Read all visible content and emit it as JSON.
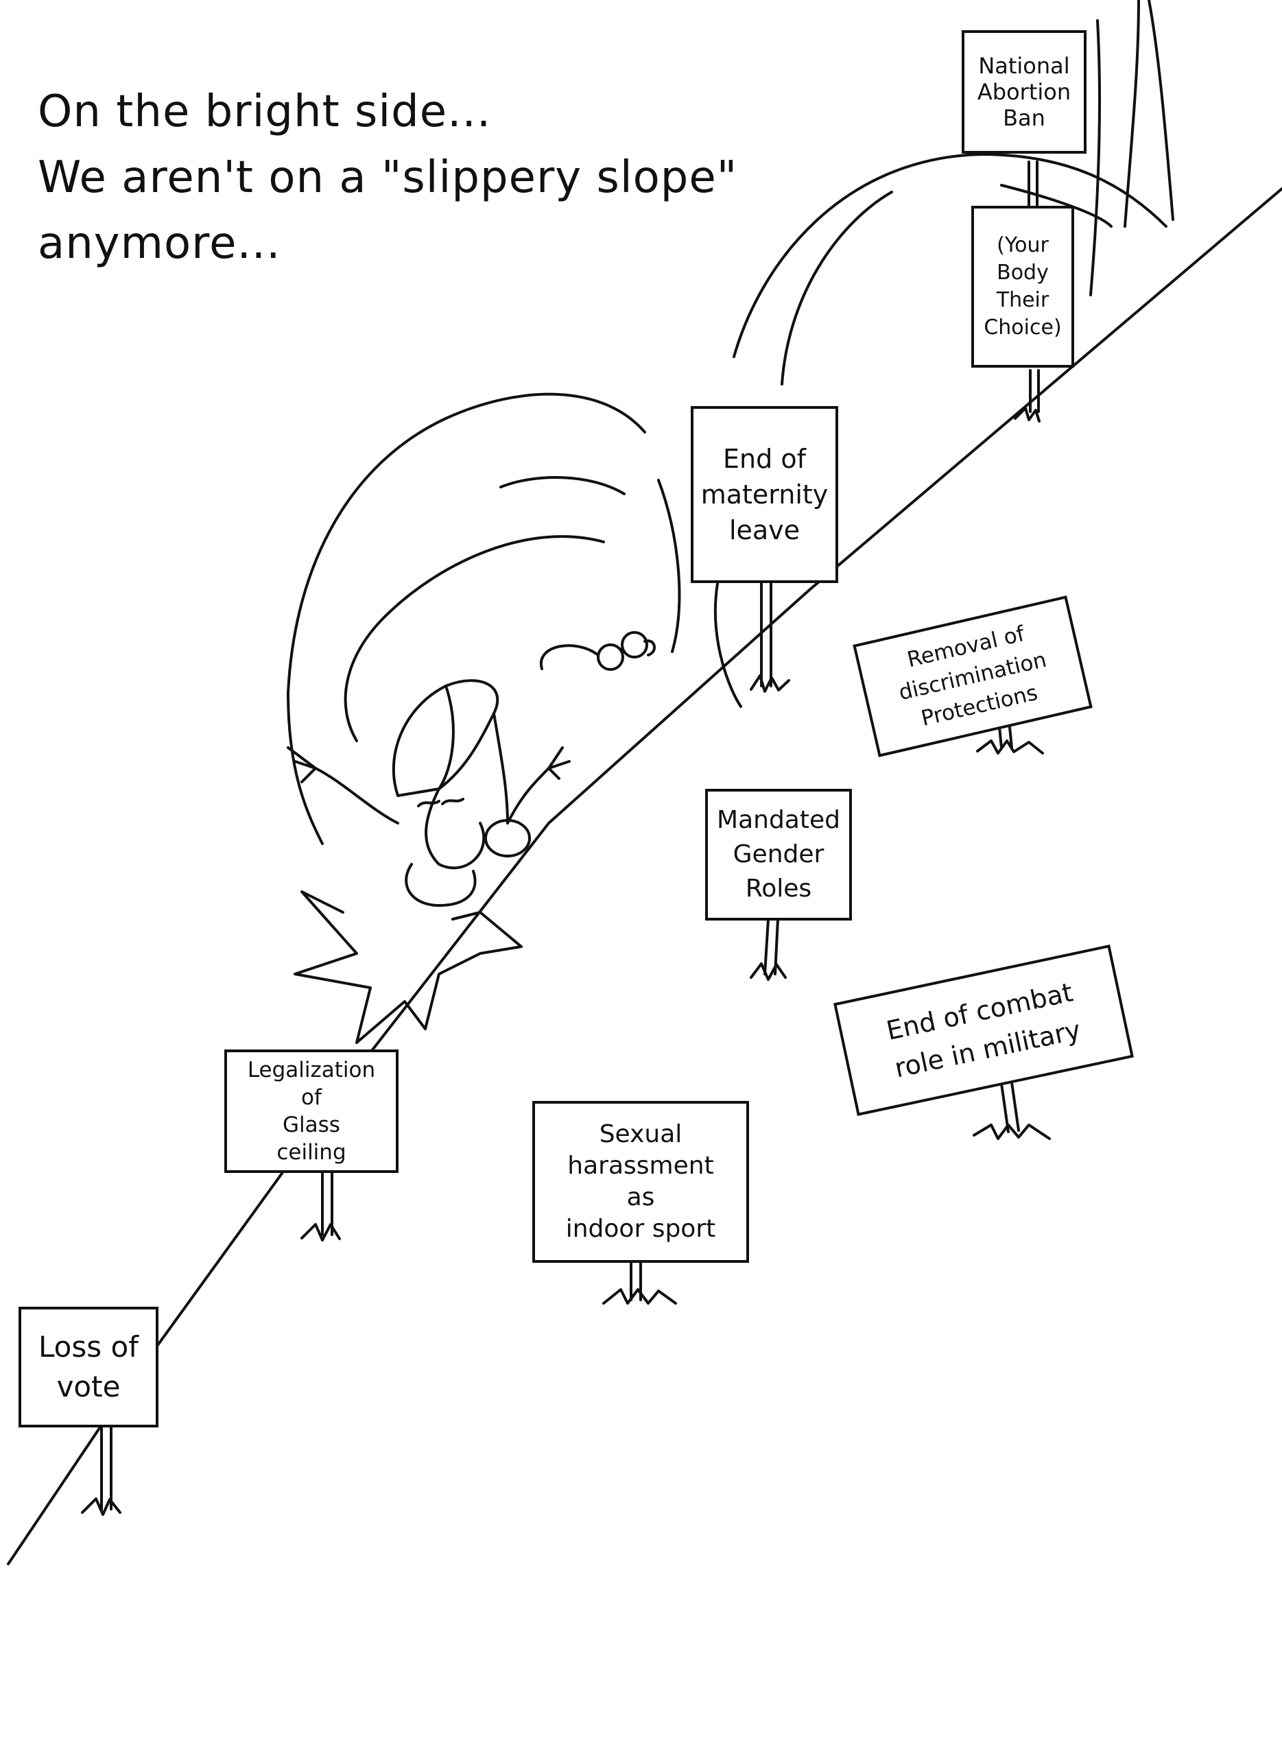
{
  "caption": {
    "line1": "On the bright side...",
    "line2": "We aren't on a \"slippery slope\"",
    "line3": "anymore..."
  },
  "signs": {
    "national_abortion_ban": "National\nAbortion\nBan",
    "your_body_their_choice": "(Your\nBody\nTheir\nChoice)",
    "end_of_maternity_leave": "End of\nmaternity\nleave",
    "removal_of_discrimination_protections": "Removal of\ndiscrimination\nProtections",
    "mandated_gender_roles": "Mandated\nGender\nRoles",
    "end_of_combat_role": "End of combat\nrole in military",
    "legalization_of_glass_ceiling": "Legalization\nof\nGlass\nceiling",
    "sexual_harassment_as_indoor_sport": "Sexual\nharassment\nas\nindoor sport",
    "loss_of_vote": "Loss of\nvote"
  }
}
